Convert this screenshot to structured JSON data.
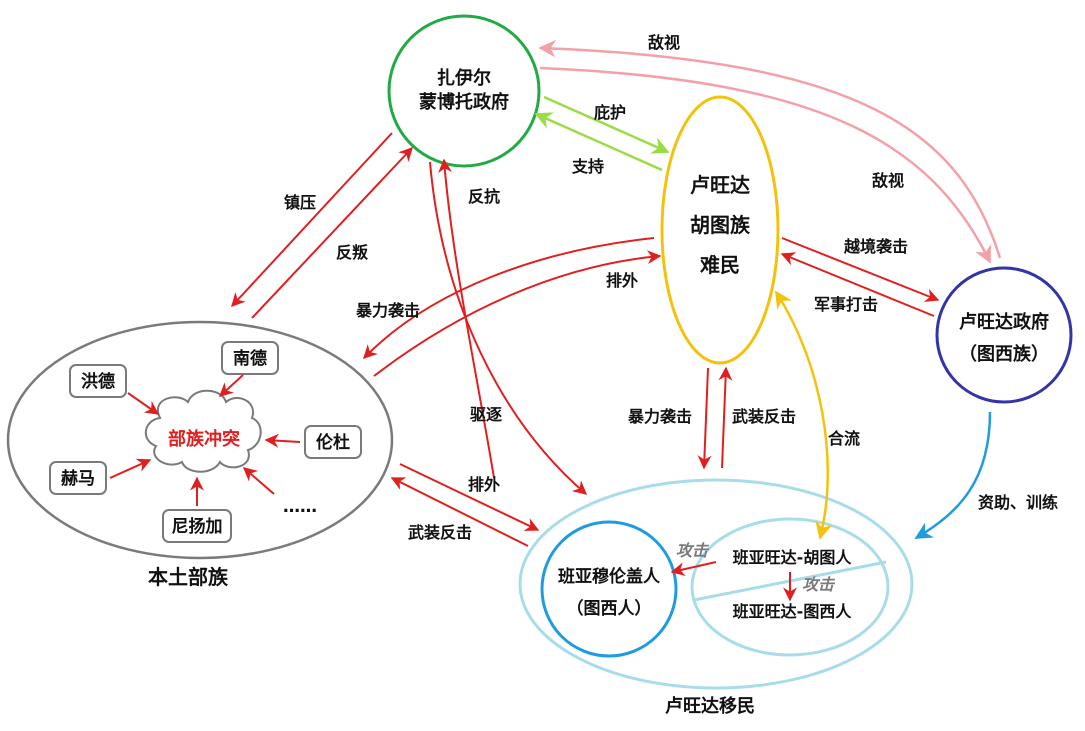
{
  "nodes": {
    "zaire": {
      "line1": "扎伊尔",
      "line2": "蒙博托政府"
    },
    "refugees": {
      "line1": "卢旺达",
      "line2": "胡图族",
      "line3": "难民"
    },
    "rwanda_gov": {
      "line1": "卢旺达政府",
      "line2": "（图西族）"
    },
    "native": {
      "title": "本土部族",
      "center": "部族冲突",
      "tribes": [
        "洪德",
        "南德",
        "伦杜",
        "赫马",
        "尼扬加",
        "……"
      ]
    },
    "immigrants": {
      "title": "卢旺达移民",
      "sub1_line1": "班亚穆伦盖人",
      "sub1_line2": "（图西人）",
      "sub2_top": "班亚旺达-胡图人",
      "sub2_bottom": "班亚旺达-图西人"
    }
  },
  "edges": {
    "hostile1": "敌视",
    "hostile2": "敌视",
    "shelter": "庇护",
    "support": "支持",
    "suppress": "镇压",
    "rebel": "反叛",
    "resist": "反抗",
    "expel": "驱逐",
    "violent_attack1": "暴力袭击",
    "exclude1": "排外",
    "cross_border": "越境袭击",
    "military_strike": "军事打击",
    "violent_attack2": "暴力袭击",
    "armed_counter1": "武装反击",
    "merge": "合流",
    "exclude2": "排外",
    "armed_counter2": "武装反击",
    "aid_train": "资助、训练",
    "attack1": "攻击",
    "attack2": "攻击"
  },
  "colors": {
    "red": "#e02020",
    "green_circle": "#22aa44",
    "green_arrow": "#99dd44",
    "yellow": "#f4c20d",
    "pink": "#f4a0a8",
    "blue": "#1f9be0",
    "navy": "#3333aa",
    "light_blue": "#a8dce8",
    "gray": "#7a7a7a",
    "tribe_red": "#e02020"
  }
}
